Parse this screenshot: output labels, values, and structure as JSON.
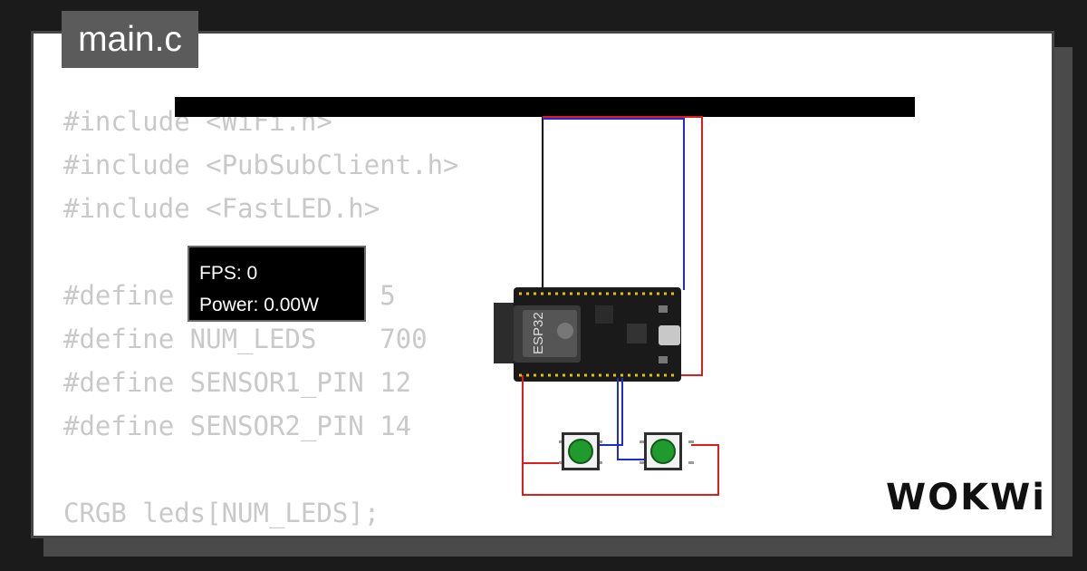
{
  "editor": {
    "file_tab": "main.c",
    "code_lines": [
      "#include <WiFi.h>",
      "#include <PubSubClient.h>",
      "#include <FastLED.h>",
      "",
      "#define LED_PIN     5",
      "#define NUM_LEDS    700",
      "#define SENSOR1_PIN 12",
      "#define SENSOR2_PIN 14",
      "",
      "CRGB leds[NUM_LEDS];"
    ]
  },
  "simulation": {
    "fps_label": "FPS: 0",
    "power_label": "Power: 0.00W"
  },
  "board": {
    "chip_label": "ESP32"
  },
  "brand": {
    "logo_text": "WOKWi"
  },
  "colors": {
    "wire_red": "#e01b1b",
    "wire_blue": "#1e2bd4",
    "wire_black": "#000000",
    "button_green": "#1f9a2c"
  }
}
